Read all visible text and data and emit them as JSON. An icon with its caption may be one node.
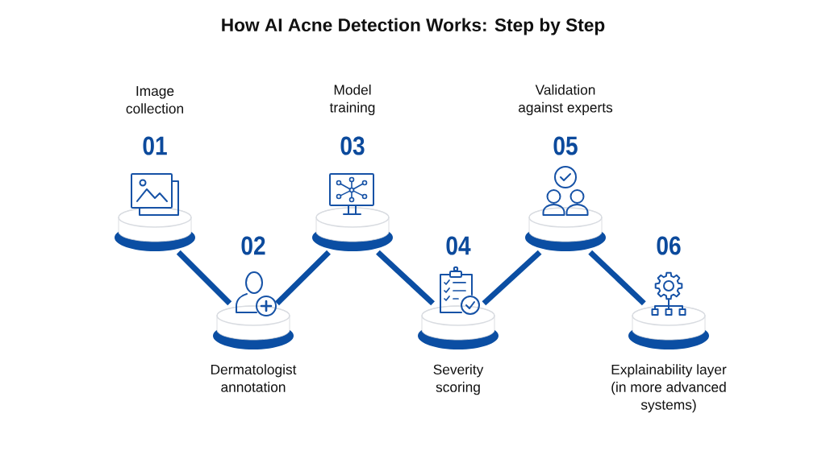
{
  "diagram": {
    "title": "How AI Acne Detection Works: Step by Step",
    "nodes": [
      {
        "text": [
          "Image collection",
          "01"
        ]
      },
      {
        "text": [
          "02",
          "Dermatologist annotation"
        ]
      },
      {
        "text": [
          "Model training",
          "03"
        ]
      },
      {
        "text": [
          "04",
          "Severity scoring"
        ]
      },
      {
        "text": [
          "Validation against experts",
          "05"
        ]
      },
      {
        "text": [
          "06",
          "Explainability layer (in more advanced systems)"
        ]
      }
    ],
    "edges": [
      {
        "from": 0,
        "to": 1,
        "arrow": "none"
      },
      {
        "from": 1,
        "to": 2,
        "arrow": "none"
      },
      {
        "from": 2,
        "to": 3,
        "arrow": "none"
      },
      {
        "from": 3,
        "to": 4,
        "arrow": "none"
      },
      {
        "from": 4,
        "to": 5,
        "arrow": "none"
      }
    ]
  }
}
